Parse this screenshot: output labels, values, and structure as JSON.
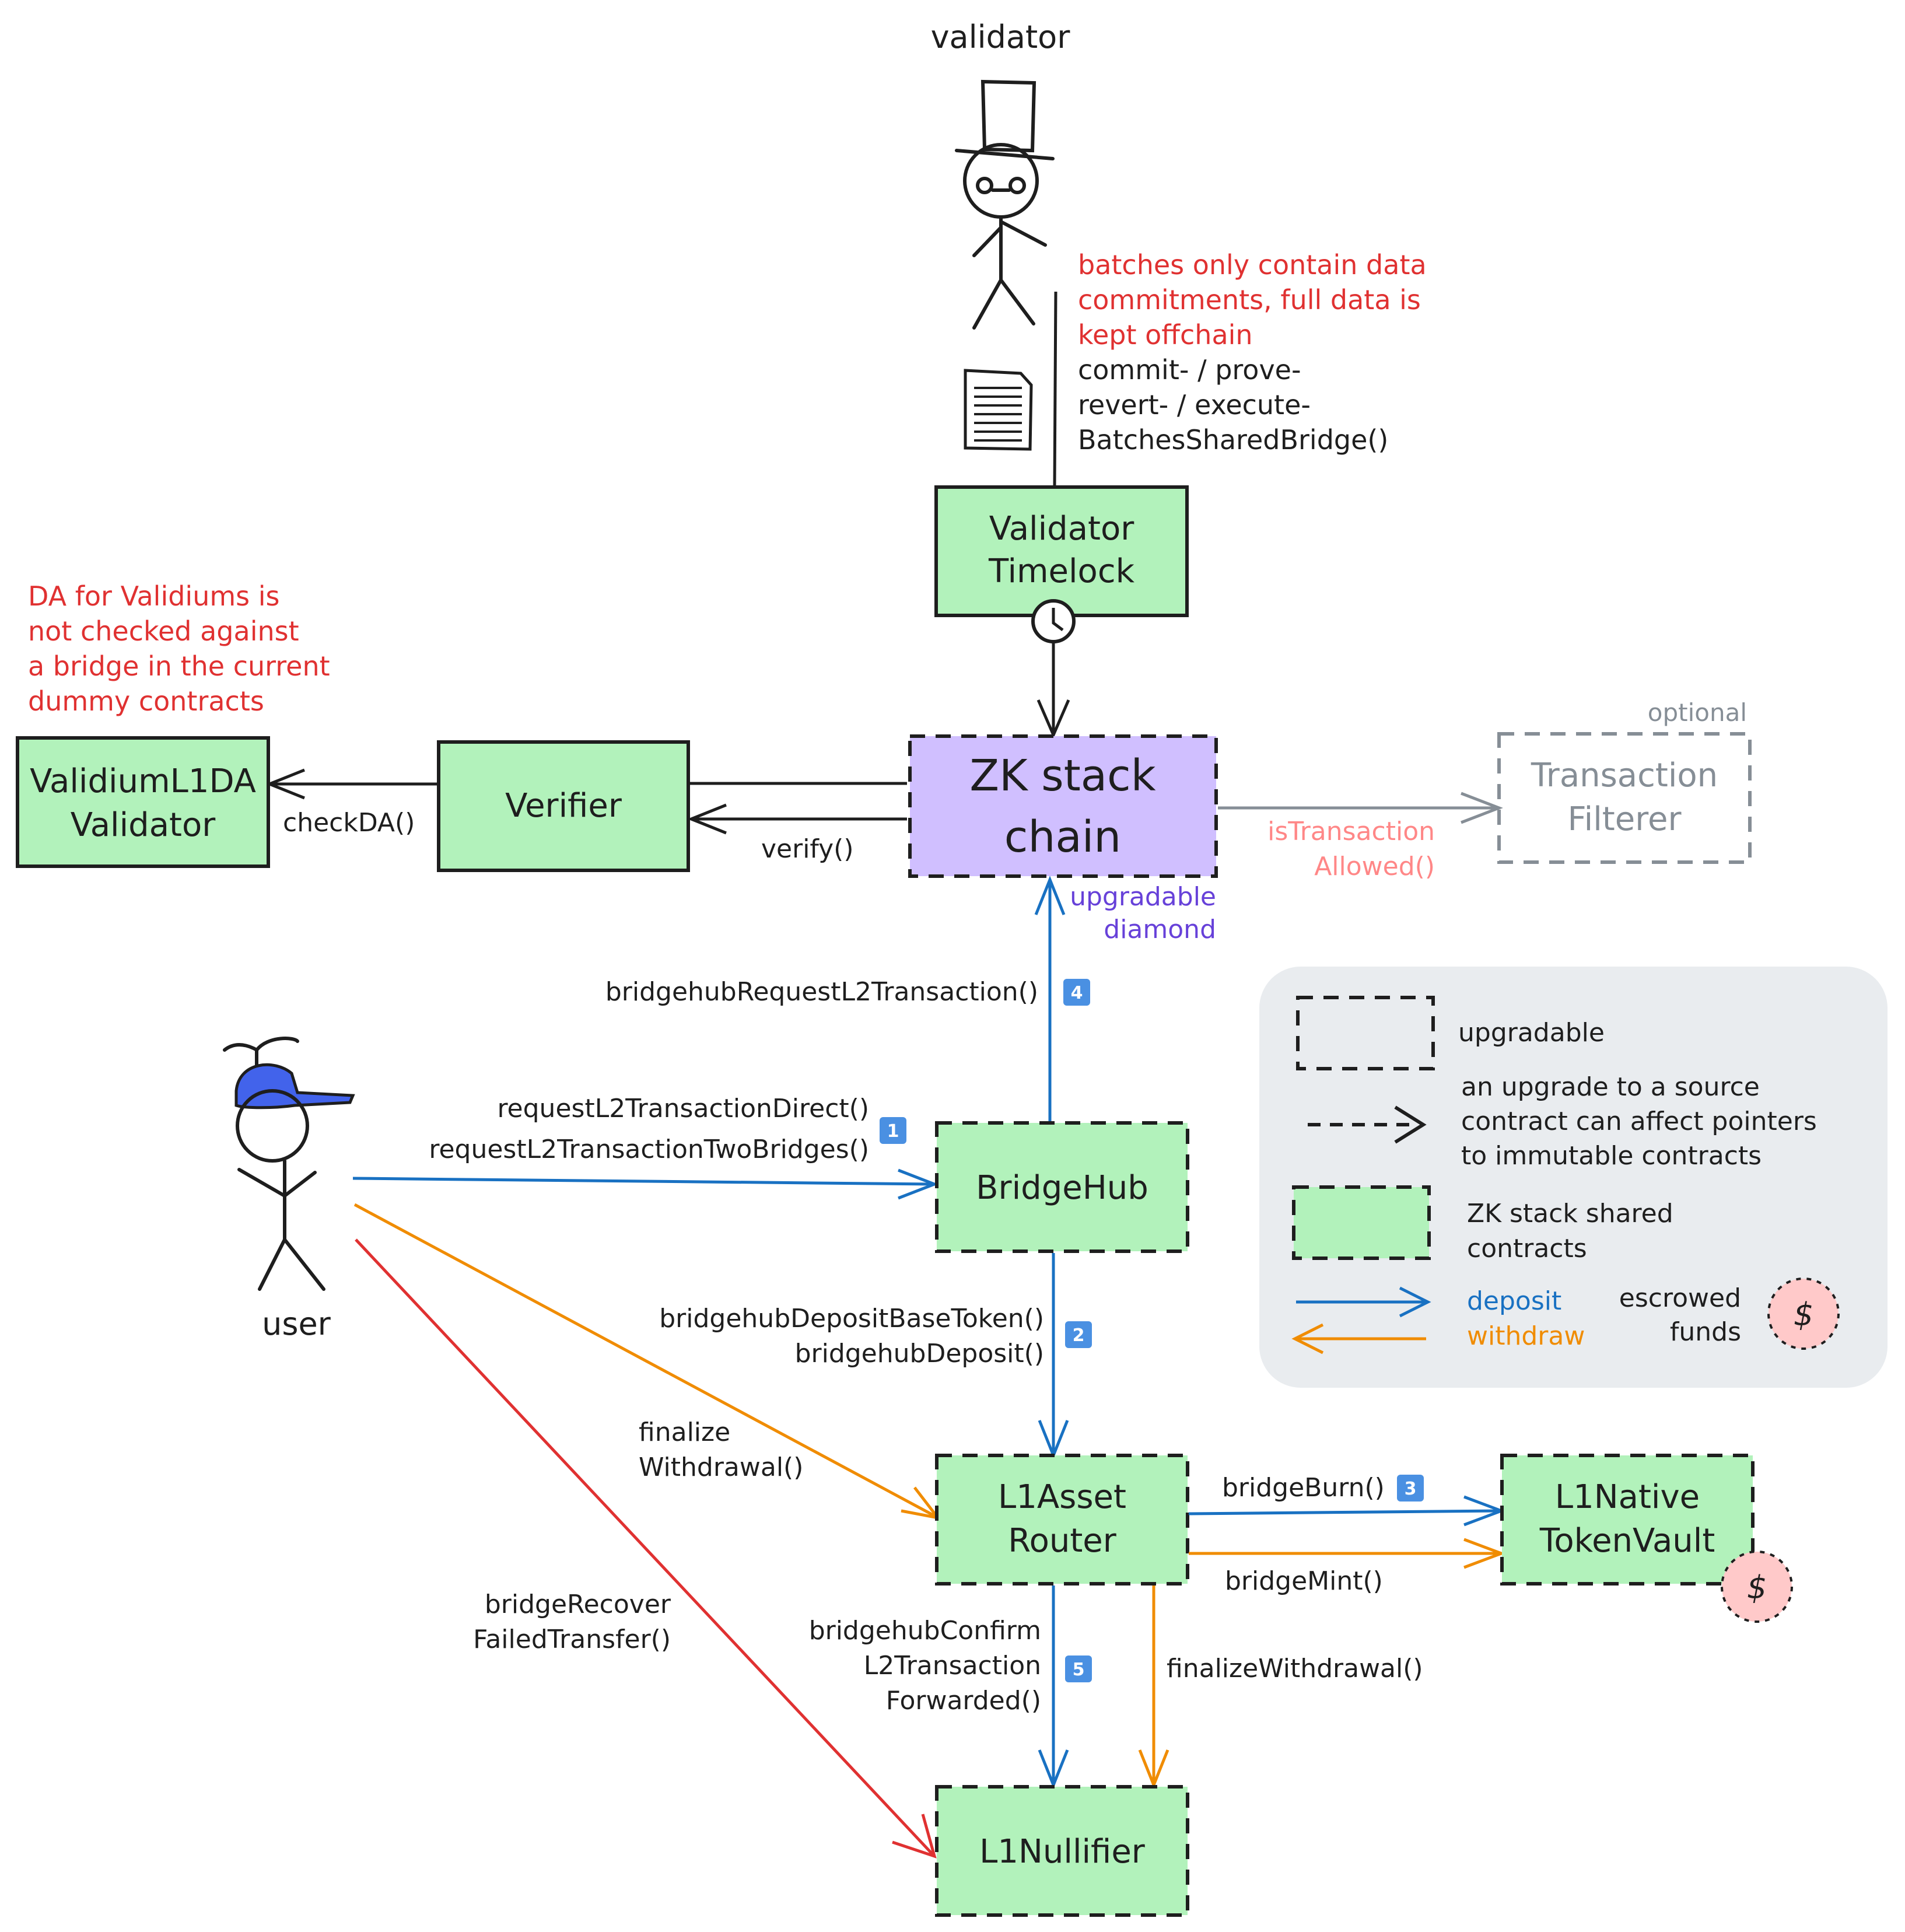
{
  "actors": {
    "validator": "validator",
    "user": "user"
  },
  "notes": {
    "data_commitments": [
      "batches only contain data",
      "commitments, full data is",
      "kept offchain"
    ],
    "batch_functions": [
      "commit- / prove-",
      "revert- / execute-",
      "BatchesSharedBridge()"
    ],
    "da_validiums": [
      "DA for Validiums is",
      "not checked against",
      "a bridge in the current",
      "dummy contracts"
    ]
  },
  "boxes": {
    "validator_timelock": [
      "Validator",
      "Timelock"
    ],
    "zk_stack_chain": [
      "ZK stack",
      "chain"
    ],
    "verifier": [
      "Verifier"
    ],
    "validium_da": [
      "ValidiumL1DA",
      "Validator"
    ],
    "transaction_filterer": [
      "Transaction",
      "Filterer"
    ],
    "bridgehub": [
      "BridgeHub"
    ],
    "asset_router": [
      "L1Asset",
      "Router"
    ],
    "native_vault": [
      "L1Native",
      "TokenVault"
    ],
    "nullifier": [
      "L1Nullifier"
    ]
  },
  "labels": {
    "optional": "optional",
    "upgradable_diamond": [
      "upgradable",
      "diamond"
    ],
    "check_da": "checkDA()",
    "verify": "verify()",
    "is_tx_allowed": [
      "isTransaction",
      "Allowed()"
    ],
    "bridgehub_request": "bridgehubRequestL2Transaction()",
    "request_direct": [
      "requestL2TransactionDirect()",
      "requestL2TransactionTwoBridges()"
    ],
    "deposit_base": [
      "bridgehubDepositBaseToken()",
      "bridgehubDeposit()"
    ],
    "finalize_withdrawal_user": [
      "finalize",
      "Withdrawal()"
    ],
    "bridge_recover": [
      "bridgeRecover",
      "FailedTransfer()"
    ],
    "bridge_burn": "bridgeBurn()",
    "bridge_mint": "bridgeMint()",
    "confirm_forwarded": [
      "bridgehubConfirm",
      "L2Transaction",
      "Forwarded()"
    ],
    "finalize_withdrawal": "finalizeWithdrawal()"
  },
  "badges": [
    "1",
    "2",
    "3",
    "4",
    "5"
  ],
  "legend": {
    "upgradable": "upgradable",
    "upgrade_pointer": [
      "an upgrade to a source",
      "contract can affect pointers",
      "to immutable contracts"
    ],
    "shared_contracts": [
      "ZK stack shared",
      "contracts"
    ],
    "deposit": "deposit",
    "withdraw": "withdraw",
    "escrowed": [
      "escrowed",
      "funds"
    ],
    "dollar": "$"
  },
  "colors": {
    "green_fill": "#b2f2bb",
    "purple_fill": "#d0bfff",
    "deposit_blue": "#1971c2",
    "withdraw_orange": "#f08c00",
    "recover_red": "#e03131",
    "note_red": "#e03131",
    "purple_text": "#6741d9",
    "pink_text": "#ff8787",
    "gray": "#868e96",
    "legend_bg": "#e9ecef",
    "badge_blue": "#4a90e2",
    "escrow_fill": "#ffc9c9"
  }
}
